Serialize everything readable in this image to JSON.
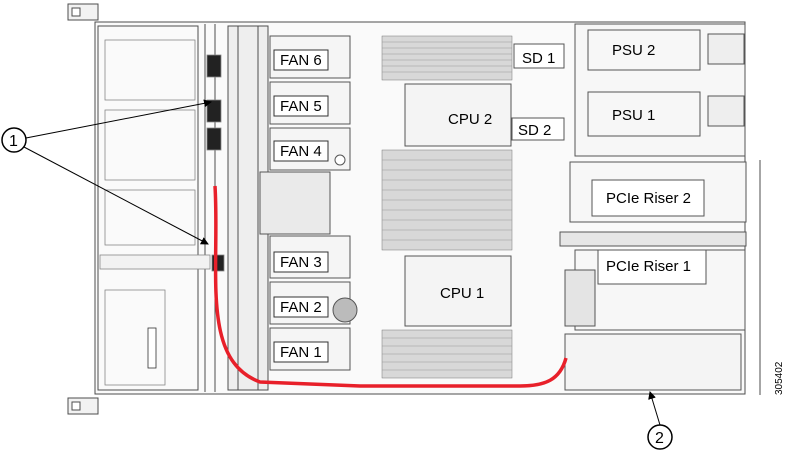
{
  "diagram": {
    "components": {
      "psu2": "PSU 2",
      "psu1": "PSU 1",
      "sd1": "SD 1",
      "sd2": "SD 2",
      "cpu2": "CPU 2",
      "cpu1": "CPU 1",
      "riser2": "PCIe Riser 2",
      "riser1": "PCIe Riser 1"
    },
    "fans": [
      "FAN 6",
      "FAN 5",
      "FAN 4",
      "FAN 3",
      "FAN 2",
      "FAN 1"
    ],
    "callouts": {
      "c1": "1",
      "c2": "2"
    },
    "figure_id": "305402",
    "colors": {
      "cable": "#e8202a",
      "line": "#4d4d4d",
      "fill": "#f0f0f0"
    }
  }
}
